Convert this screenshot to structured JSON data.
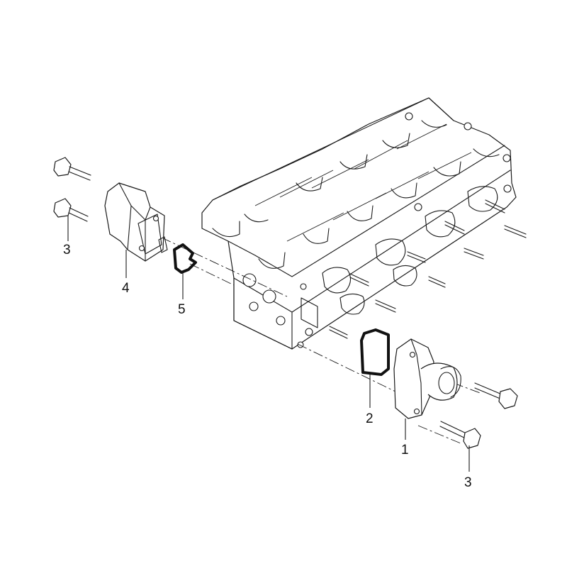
{
  "callouts": {
    "p1": "1",
    "p2": "2",
    "p3_left": "3",
    "p3_right": "3",
    "p4": "4",
    "p5": "5"
  },
  "colors": {
    "ink": "#1a1a1a",
    "background": "#ffffff"
  }
}
